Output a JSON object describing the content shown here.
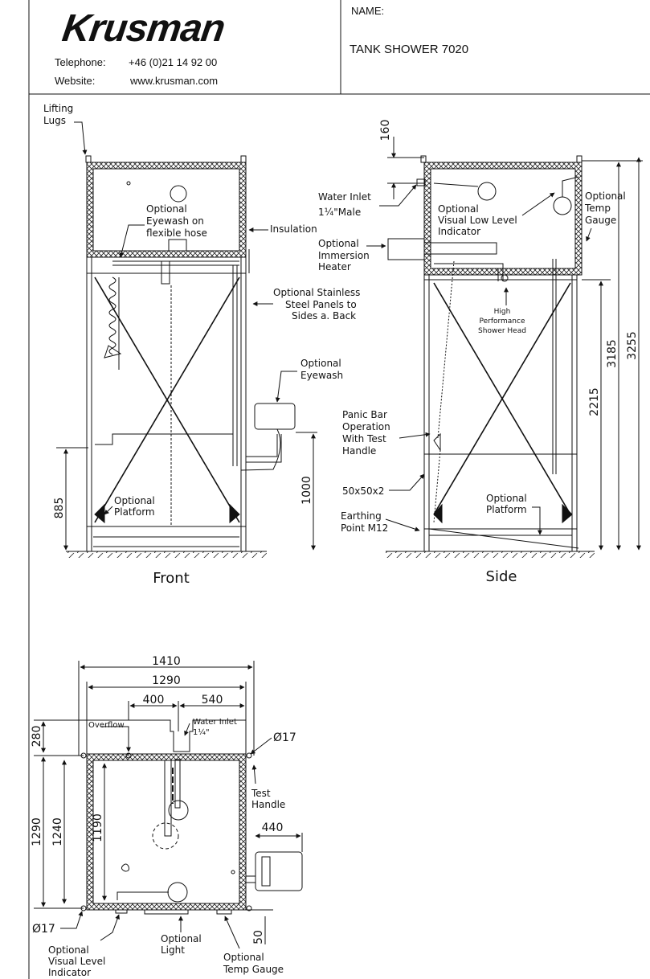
{
  "header": {
    "logo_text": "Krusman",
    "telephone_label": "Telephone:",
    "telephone_value": "+46 (0)21 14 92 00",
    "website_label": "Website:",
    "website_value": "www.krusman.com",
    "name_label": "NAME:",
    "product_name": "TANK SHOWER 7020"
  },
  "front": {
    "title": "Front",
    "lifting_lugs": [
      "Lifting",
      "Lugs"
    ],
    "optional_eyewash_hose": [
      "Optional",
      "Eyewash on",
      "flexible hose"
    ],
    "insulation": "Insulation",
    "ss_panels": [
      "Optional Stainless",
      "Steel Panels to",
      "Sides a. Back"
    ],
    "optional_eyewash": [
      "Optional",
      "Eyewash"
    ],
    "platform": [
      "Optional",
      "Platform"
    ],
    "dim_885": "885",
    "dim_1000": "1000"
  },
  "side": {
    "title": "Side",
    "dim_160": "160",
    "water_inlet": [
      "Water Inlet",
      "1¼\"Male"
    ],
    "visual_low_level": [
      "Optional",
      "Visual Low Level",
      "Indicator"
    ],
    "temp_gauge": [
      "Optional",
      "Temp",
      "Gauge"
    ],
    "immersion_heater": [
      "Optional",
      "Immersion",
      "Heater"
    ],
    "shower_head": [
      "High",
      "Performance",
      "Shower Head"
    ],
    "panic_bar": [
      "Panic Bar",
      "Operation",
      "With Test",
      "Handle"
    ],
    "profile": "50x50x2",
    "earthing": [
      "Earthing",
      "Point M12"
    ],
    "platform": [
      "Optional",
      "Platform"
    ],
    "dim_2215": "2215",
    "dim_3185": "3185",
    "dim_3255": "3255"
  },
  "top": {
    "dim_1410": "1410",
    "dim_1290": "1290",
    "dim_400": "400",
    "dim_540": "540",
    "overflow": "Overflow",
    "water_inlet": [
      "Water Inlet",
      "1¼\""
    ],
    "dim_280": "280",
    "dia_17_right": "Ø17",
    "test_handle": [
      "Test",
      "Handle"
    ],
    "dim_440": "440",
    "dim_1290_v": "1290",
    "dim_1240": "1240",
    "dim_1190": "1190",
    "dia_17_left": "Ø17",
    "visual_level": [
      "Optional",
      "Visual Level",
      "Indicator"
    ],
    "light": [
      "Optional",
      "Light"
    ],
    "temp_gauge": [
      "Optional",
      "Temp Gauge"
    ],
    "dim_50": "50"
  }
}
